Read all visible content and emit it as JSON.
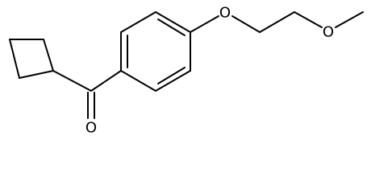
{
  "molecule": {
    "atoms": {
      "carbonyl_oxygen": "O",
      "ether_oxygen_aryl": "O",
      "ether_oxygen_methoxy": "O"
    },
    "colors": {
      "bond": "#000000",
      "label": "#000000",
      "background": "#ffffff"
    }
  }
}
